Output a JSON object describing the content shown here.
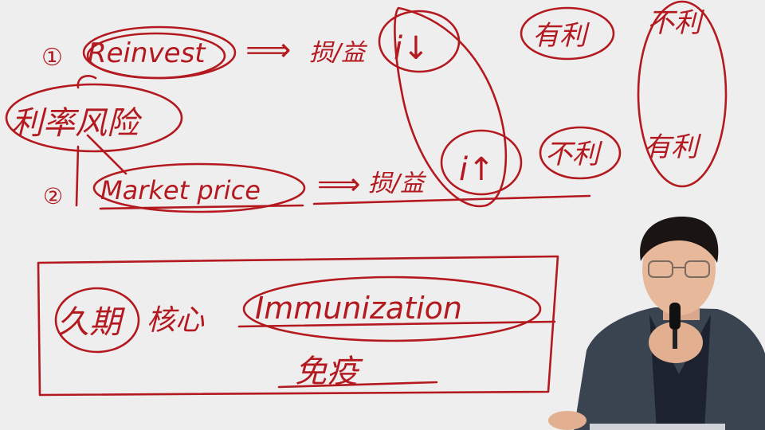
{
  "colors": {
    "whiteboard": "#eeeeee",
    "ink": "#b3191f",
    "jacket": "#3a4450",
    "shirt": "#1c2230",
    "skin": "#e8b89a",
    "hair": "#1a1412"
  },
  "board": {
    "line1": {
      "marker": "①",
      "word": "Reinvest",
      "arrow": "⟹",
      "effect": "损/益",
      "rate": "i↓"
    },
    "line2": {
      "marker": "②",
      "word": "Market price",
      "arrow": "⟹",
      "effect": "损/益",
      "rate": "i↑"
    },
    "risk_note": "利率风险",
    "outcome_top": "有利",
    "outcome_mid": "不利",
    "outcome_right_top": "不利",
    "outcome_right_bottom": "有利",
    "box": {
      "topic": "久期",
      "core": "核心",
      "term": "Immunization",
      "subterm": "免疫"
    }
  },
  "presenter": {
    "icons": [
      "presenter-figure",
      "microphone-icon",
      "glasses-icon"
    ]
  }
}
